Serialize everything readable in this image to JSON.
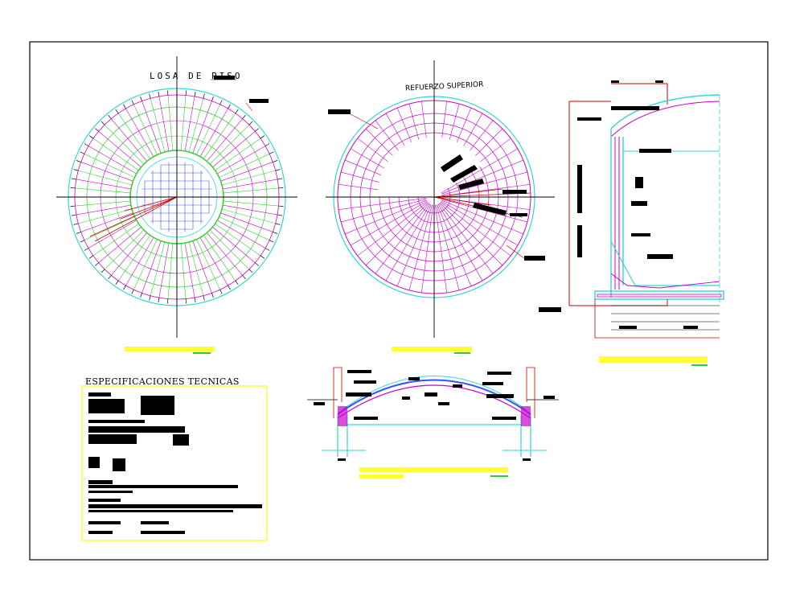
{
  "labels": {
    "floor_slab": "LOSA DE PISO",
    "dome_reinforcement": "REFUERZO SUPERIOR",
    "specs_title": "ESPECIFICACIONES TECNICAS"
  },
  "colors": {
    "border": "#000000",
    "cyan": "#33d6d6",
    "magenta": "#cc00cc",
    "green": "#33cc33",
    "red": "#cc0000",
    "yellow": "#ffff33",
    "blue": "#3355ff"
  }
}
